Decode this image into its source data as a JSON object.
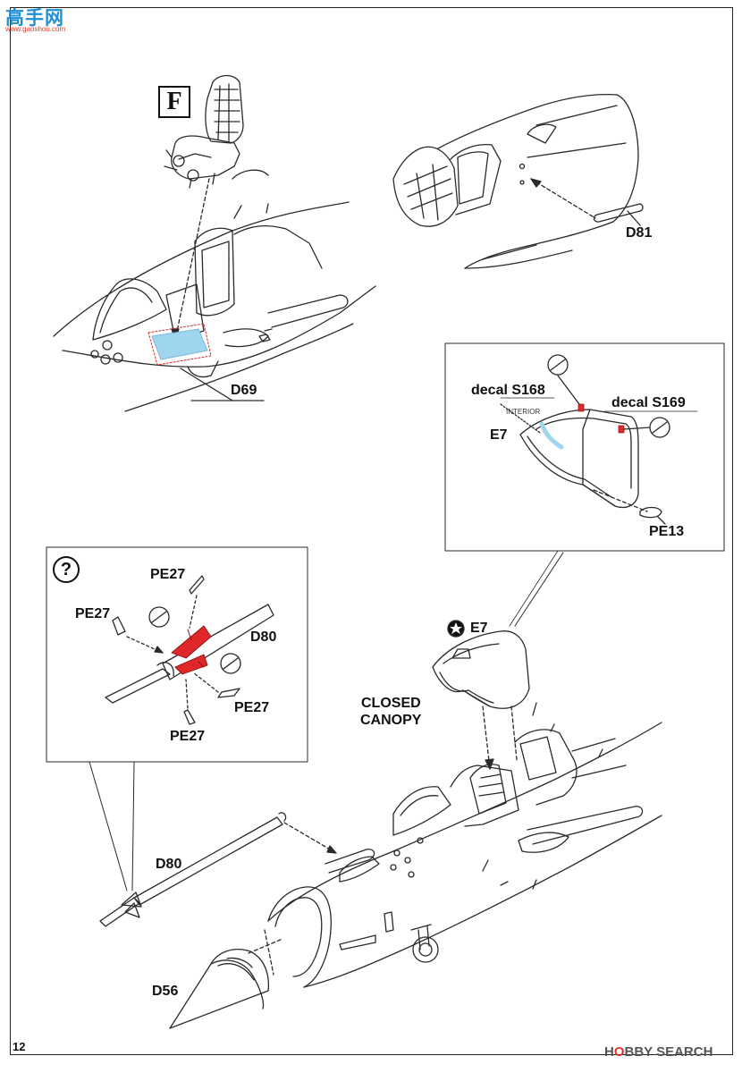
{
  "watermark": {
    "logo": "高手网",
    "url": "www.gaoshou.com"
  },
  "step": "F",
  "help_symbol": "?",
  "labels": {
    "d69": "D69",
    "d81": "D81",
    "decal_s168": "decal S168",
    "decal_s169": "decal S169",
    "interior": "INTERIOR",
    "e7_detail": "E7",
    "pe13": "PE13",
    "pe27_top": "PE27",
    "pe27_left": "PE27",
    "pe27_right": "PE27",
    "pe27_bottom": "PE27",
    "d80_detail": "D80",
    "e7_main": "E7",
    "closed_canopy_1": "CLOSED",
    "closed_canopy_2": "CANOPY",
    "d80_main": "D80",
    "d56": "D56"
  },
  "footer": {
    "page_number": "12",
    "source_prefix": "H",
    "source_mark": "O",
    "source_rest": "BBY SEARCH"
  },
  "colors": {
    "photoetch_red": "#e0282b",
    "decal_blue": "#9fd6ee",
    "line": "#2a2a2a"
  }
}
